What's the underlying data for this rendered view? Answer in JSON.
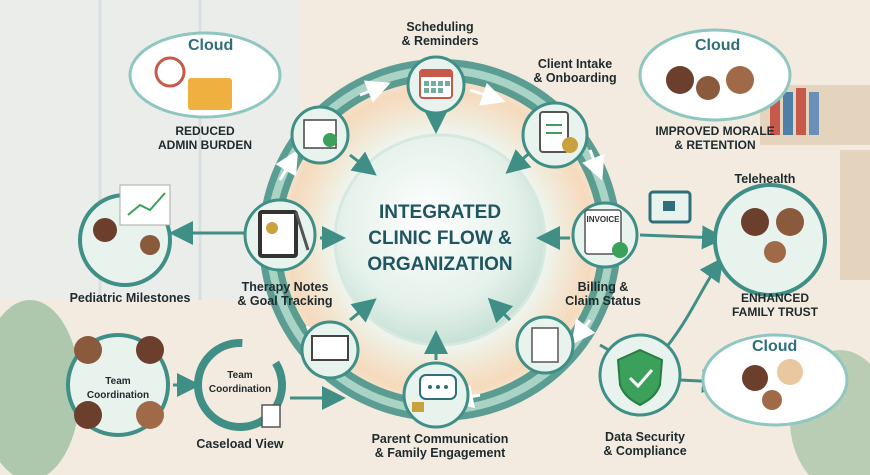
{
  "center": {
    "title": "INTEGRATED\nCLINIC FLOW &\nORGANIZATION"
  },
  "cycle": [
    {
      "id": "scheduling",
      "label": "Scheduling\n& Reminders",
      "icon": "calendar-icon"
    },
    {
      "id": "intake",
      "label": "Client Intake\n& Onboarding",
      "icon": "clipboard-gear-icon"
    },
    {
      "id": "billing",
      "label": "Billing &\nClaim Status",
      "icon": "invoice-icon",
      "badge": "INVOICE"
    },
    {
      "id": "security",
      "label": "Data Security\n& Compliance",
      "icon": "shield-check-icon"
    },
    {
      "id": "parent",
      "label": "Parent Communication\n& Family Engagement",
      "icon": "chat-lock-icon"
    },
    {
      "id": "caseload",
      "label": "Caseload View",
      "icon": "cycle-arrows-icon",
      "inner_label": "Team\nCoordination"
    },
    {
      "id": "notes",
      "label": "Therapy Notes\n& Goal Tracking",
      "icon": "tablet-notes-icon"
    }
  ],
  "outcomes": {
    "admin": {
      "cloud": "Cloud",
      "label": "REDUCED\nADMIN BURDEN"
    },
    "morale": {
      "cloud": "Cloud",
      "label": "IMPROVED MORALE\n& RETENTION"
    },
    "telehealth": {
      "label": "Telehealth"
    },
    "trust": {
      "label": "ENHANCED\nFAMILY TRUST"
    },
    "family_cloud": {
      "cloud": "Cloud"
    },
    "milestones": {
      "label": "Pediatric Milestones"
    },
    "team": {
      "label": "Team\nCoordination"
    }
  },
  "colors": {
    "ring": "#3f8f86",
    "ring_light": "#a9d3c4",
    "accent": "#2f6f7a",
    "node": "#e8f3ee",
    "check": "#3aa05a"
  }
}
